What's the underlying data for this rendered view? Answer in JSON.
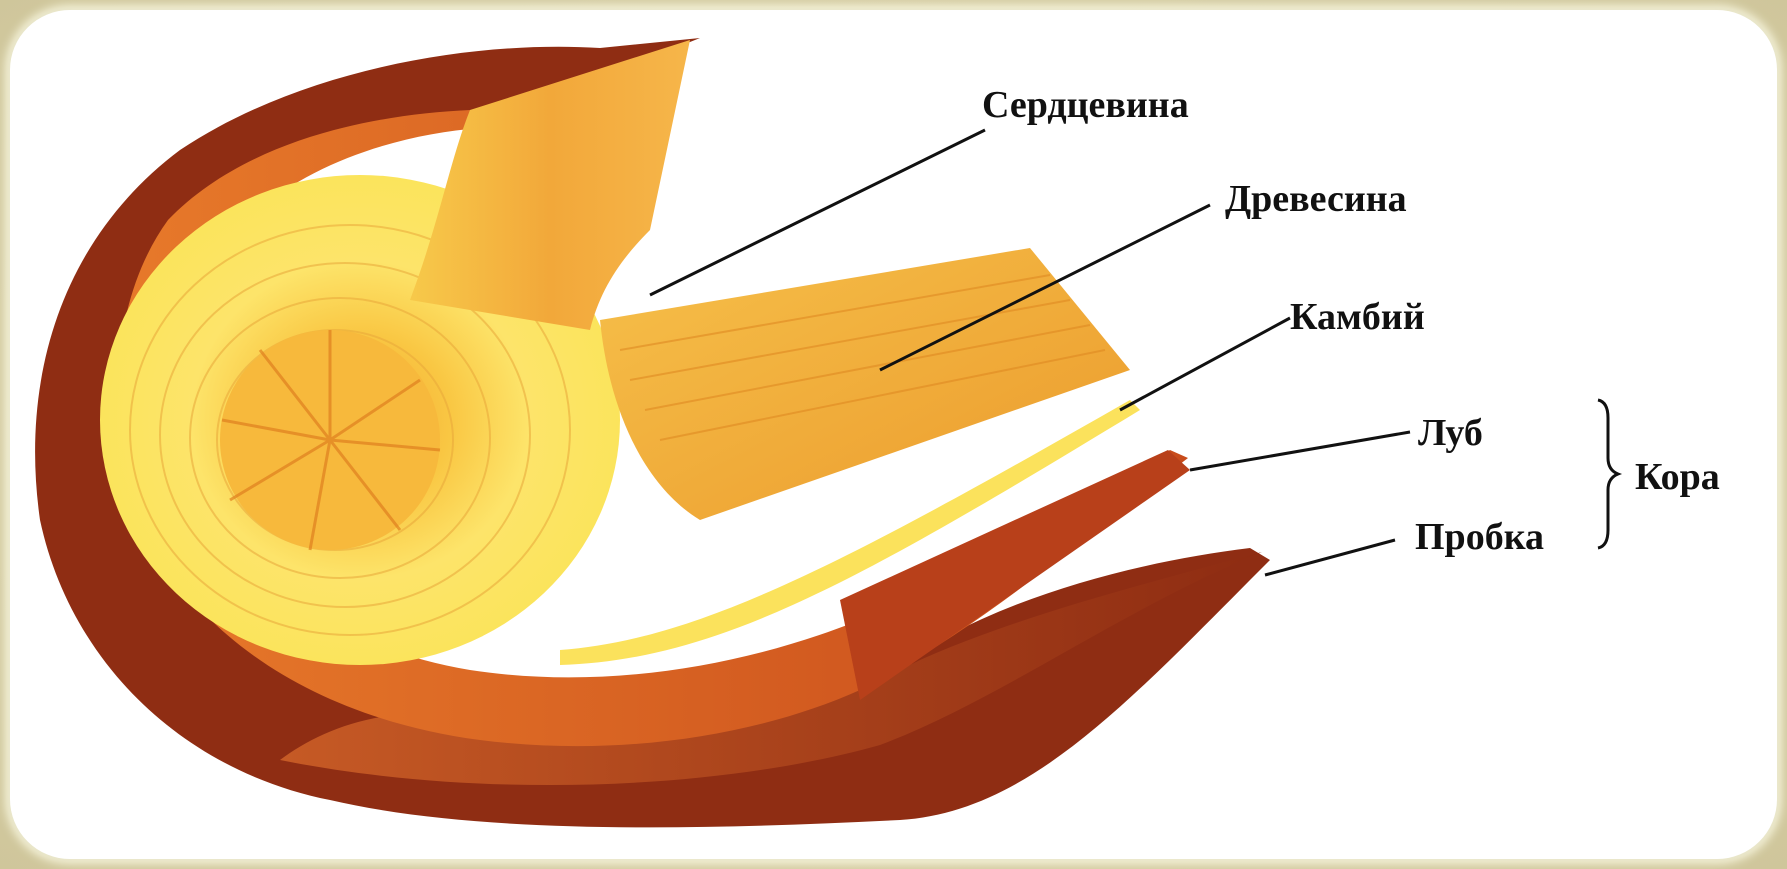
{
  "labels": {
    "pith": "Сердцевина",
    "wood": "Древесина",
    "cambium": "Камбий",
    "phloem": "Луб",
    "cork": "Пробка",
    "bark": "Кора"
  },
  "colors": {
    "frame": "#d6cfa6",
    "bark_dark": "#7a2712",
    "bark_mid": "#b8401a",
    "phloem": "#d9631d",
    "wood_orange": "#f0a12c",
    "wood_yellow": "#fbe56a",
    "leader_line": "#111111"
  }
}
